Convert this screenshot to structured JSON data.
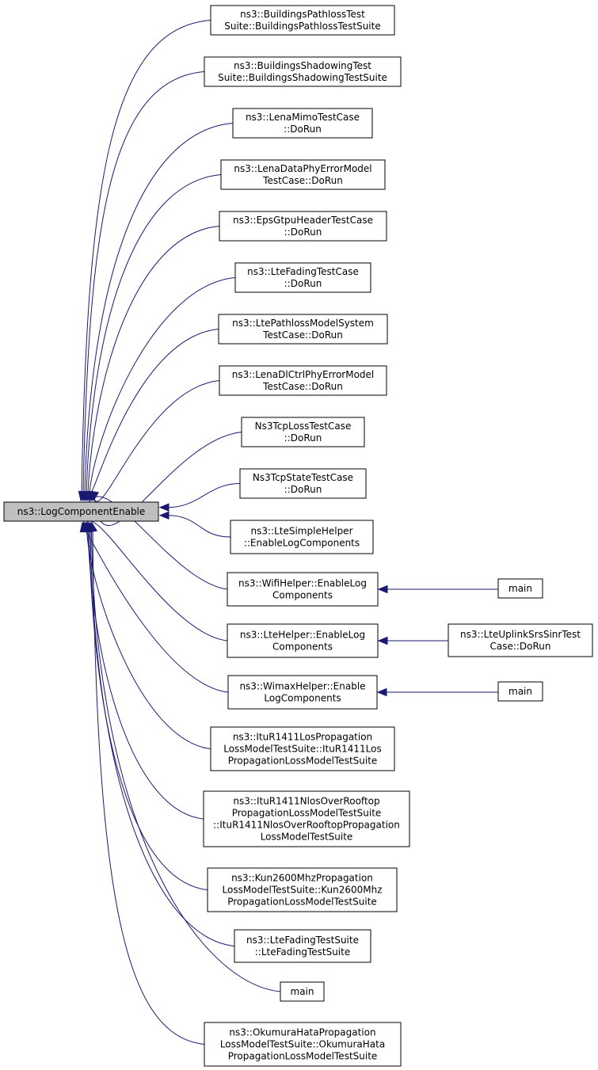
{
  "root": {
    "id": "root",
    "lines": [
      "ns3::LogComponentEnable"
    ]
  },
  "callers": [
    {
      "id": "c1",
      "lines": [
        "ns3::BuildingsPathlossTest",
        "Suite::BuildingsPathlossTestSuite"
      ]
    },
    {
      "id": "c2",
      "lines": [
        "ns3::BuildingsShadowingTest",
        "Suite::BuildingsShadowingTestSuite"
      ]
    },
    {
      "id": "c3",
      "lines": [
        "ns3::LenaMimoTestCase",
        "::DoRun"
      ]
    },
    {
      "id": "c4",
      "lines": [
        "ns3::LenaDataPhyErrorModel",
        "TestCase::DoRun"
      ]
    },
    {
      "id": "c5",
      "lines": [
        "ns3::EpsGtpuHeaderTestCase",
        "::DoRun"
      ]
    },
    {
      "id": "c6",
      "lines": [
        "ns3::LteFadingTestCase",
        "::DoRun"
      ]
    },
    {
      "id": "c7",
      "lines": [
        "ns3::LtePathlossModelSystem",
        "TestCase::DoRun"
      ]
    },
    {
      "id": "c8",
      "lines": [
        "ns3::LenaDlCtrlPhyErrorModel",
        "TestCase::DoRun"
      ]
    },
    {
      "id": "c9",
      "lines": [
        "Ns3TcpLossTestCase",
        "::DoRun"
      ]
    },
    {
      "id": "c10",
      "lines": [
        "Ns3TcpStateTestCase",
        "::DoRun"
      ]
    },
    {
      "id": "c11",
      "lines": [
        "ns3::LteSimpleHelper",
        "::EnableLogComponents"
      ]
    },
    {
      "id": "c12",
      "lines": [
        "ns3::WifiHelper::EnableLog",
        "Components"
      ]
    },
    {
      "id": "c13",
      "lines": [
        "ns3::LteHelper::EnableLog",
        "Components"
      ]
    },
    {
      "id": "c14",
      "lines": [
        "ns3::WimaxHelper::Enable",
        "LogComponents"
      ]
    },
    {
      "id": "c15",
      "lines": [
        "ns3::ItuR1411LosPropagation",
        "LossModelTestSuite::ItuR1411Los",
        "PropagationLossModelTestSuite"
      ]
    },
    {
      "id": "c16",
      "lines": [
        "ns3::ItuR1411NlosOverRooftop",
        "PropagationLossModelTestSuite",
        "::ItuR1411NlosOverRooftopPropagation",
        "LossModelTestSuite"
      ]
    },
    {
      "id": "c17",
      "lines": [
        "ns3::Kun2600MhzPropagation",
        "LossModelTestSuite::Kun2600Mhz",
        "PropagationLossModelTestSuite"
      ]
    },
    {
      "id": "c18",
      "lines": [
        "ns3::LteFadingTestSuite",
        "::LteFadingTestSuite"
      ]
    },
    {
      "id": "c19",
      "lines": [
        "main"
      ]
    },
    {
      "id": "c20",
      "lines": [
        "ns3::OkumuraHataPropagation",
        "LossModelTestSuite::OkumuraHata",
        "PropagationLossModelTestSuite"
      ]
    }
  ],
  "second_level": [
    {
      "id": "s1",
      "caller_of": "c12",
      "lines": [
        "main"
      ]
    },
    {
      "id": "s2",
      "caller_of": "c13",
      "lines": [
        "ns3::LteUplinkSrsSinrTest",
        "Case::DoRun"
      ]
    },
    {
      "id": "s3",
      "caller_of": "c14",
      "lines": [
        "main"
      ]
    }
  ],
  "colors": {
    "edge": "#191970",
    "root_fill": "#bfbfbf",
    "node_border": "#000000"
  }
}
